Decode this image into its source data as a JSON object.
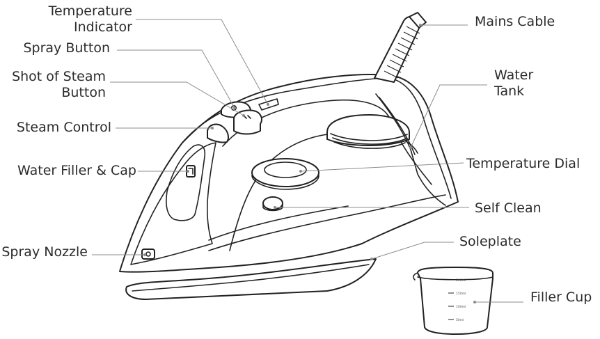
{
  "labels": {
    "temperature_indicator": [
      "Temperature",
      "Indicator"
    ],
    "spray_button": "Spray Button",
    "shot_of_steam_button": [
      "Shot of Steam",
      "Button"
    ],
    "steam_control": "Steam Control",
    "water_filler_cap": "Water Filler & Cap",
    "spray_nozzle": "Spray Nozzle",
    "mains_cable": "Mains Cable",
    "water_tank": [
      "Water",
      "Tank"
    ],
    "temperature_dial": "Temperature Dial",
    "self_clean": "Self Clean",
    "soleplate": "Soleplate",
    "filler_cup": "Filler Cup"
  },
  "filler_cup_marks": [
    "200ml",
    "150ml",
    "100ml",
    "50ml"
  ],
  "colors": {
    "outline": "#222222",
    "leader_line": "#8c8c8c",
    "text": "#2b2b2b"
  }
}
